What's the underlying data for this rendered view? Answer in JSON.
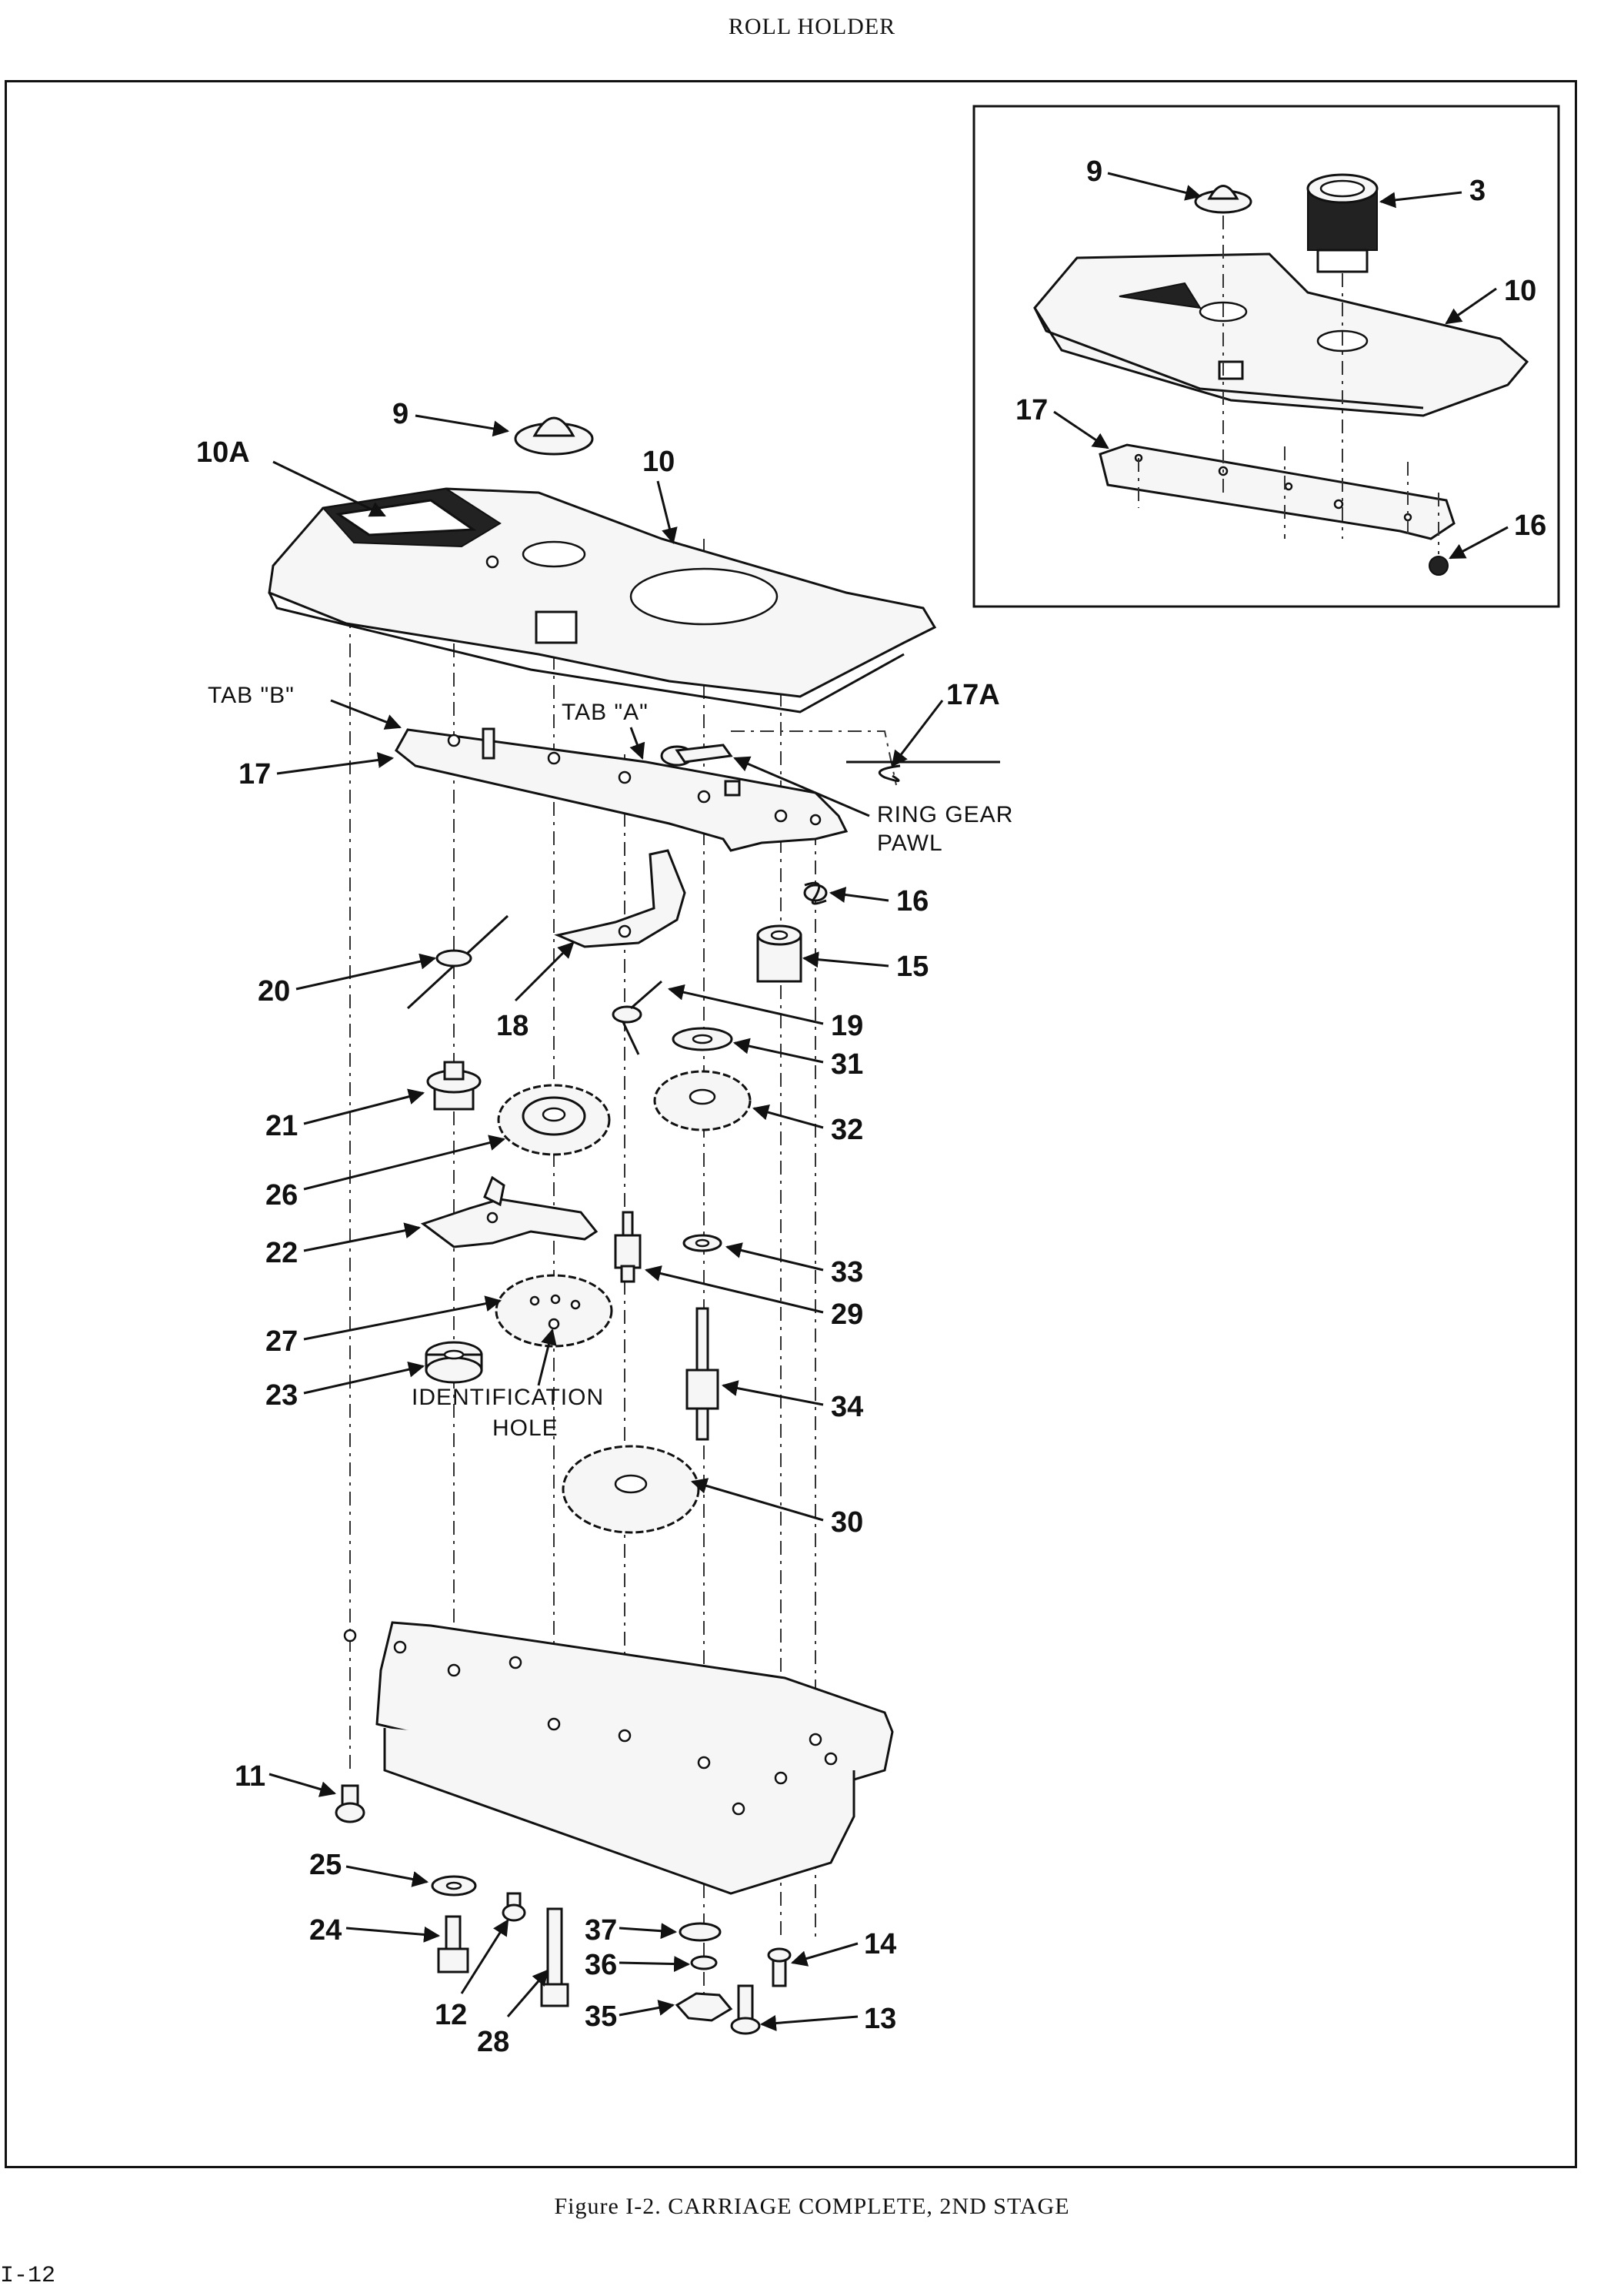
{
  "page": {
    "header": "ROLL HOLDER",
    "caption": "Figure I-2.   CARRIAGE COMPLETE, 2ND STAGE",
    "page_number": "I-12"
  },
  "callouts": {
    "c9": "9",
    "c10A": "10A",
    "c10": "10",
    "c17A": "17A",
    "c17": "17",
    "c16": "16",
    "c15": "15",
    "c20": "20",
    "c18": "18",
    "c19": "19",
    "c31": "31",
    "c21": "21",
    "c32": "32",
    "c26": "26",
    "c22": "22",
    "c33": "33",
    "c29": "29",
    "c27": "27",
    "c23": "23",
    "c34": "34",
    "c30": "30",
    "c11": "11",
    "c25": "25",
    "c24": "24",
    "c12": "12",
    "c28": "28",
    "c37": "37",
    "c36": "36",
    "c35": "35",
    "c14": "14",
    "c13": "13"
  },
  "inset_callouts": {
    "c9": "9",
    "c3": "3",
    "c10": "10",
    "c17": "17",
    "c16": "16"
  },
  "notes": {
    "tab_b": "TAB \"B\"",
    "tab_a": "TAB \"A\"",
    "ring_gear_1": "RING GEAR",
    "ring_gear_2": "PAWL",
    "ident_1": "IDENTIFICATION",
    "ident_2": "HOLE"
  }
}
